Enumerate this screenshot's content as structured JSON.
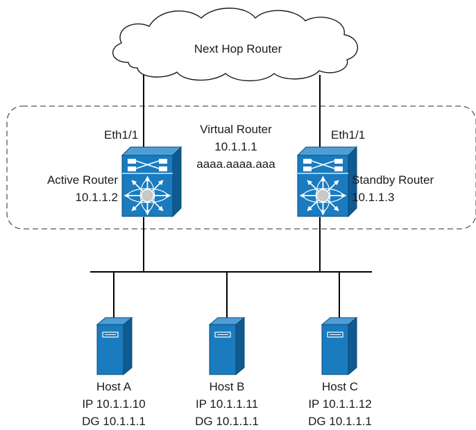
{
  "cloud": {
    "label": "Next Hop Router"
  },
  "virtual_router": {
    "title": "Virtual Router",
    "ip": "10.1.1.1",
    "mac": "aaaa.aaaa.aaa"
  },
  "active_router": {
    "interface": "Eth1/1",
    "role": "Active Router",
    "ip": "10.1.1.2"
  },
  "standby_router": {
    "interface": "Eth1/1",
    "role": "Standby Router",
    "ip": "10.1.1.3"
  },
  "hosts": [
    {
      "name": "Host A",
      "ip": "IP 10.1.1.10",
      "dg": "DG 10.1.1.1"
    },
    {
      "name": "Host B",
      "ip": "IP 10.1.1.11",
      "dg": "DG 10.1.1.1"
    },
    {
      "name": "Host C",
      "ip": "IP 10.1.1.12",
      "dg": "DG 10.1.1.1"
    }
  ],
  "colors": {
    "device_blue": "#1a7bbf",
    "device_dark": "#0f5a8f",
    "line": "#000000"
  }
}
